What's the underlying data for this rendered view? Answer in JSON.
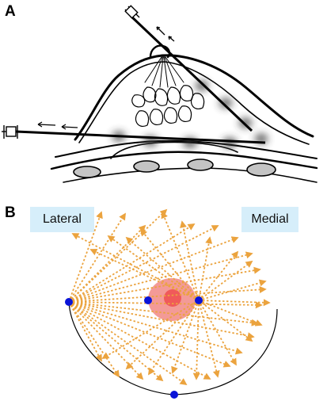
{
  "panel_a": {
    "letter": "A"
  },
  "panel_b": {
    "letter": "B",
    "lateral_label": "Lateral",
    "medial_label": "Medial",
    "marker_color": "#0a14d8",
    "arrow_color": "#eba33e",
    "lesion_outer_color": "#f39a97",
    "lesion_inner_color": "#f05a5a"
  }
}
